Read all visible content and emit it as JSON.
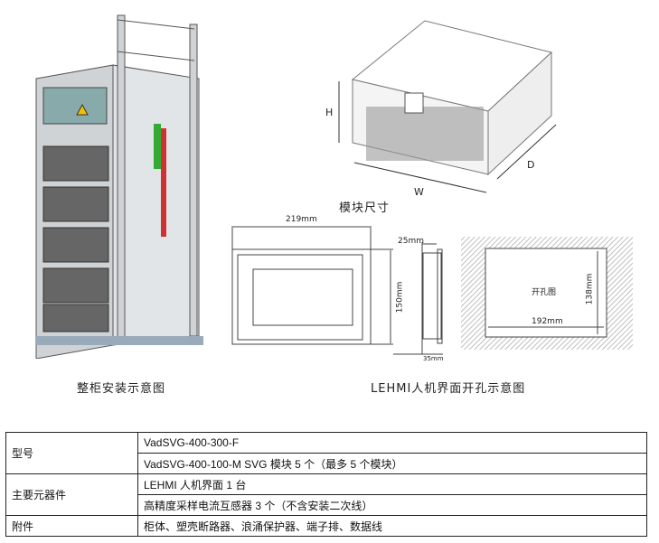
{
  "figures": {
    "cabinet_caption": "整柜安装示意图",
    "module_caption": "模块尺寸",
    "module_labels": {
      "h": "H",
      "d": "D",
      "w": "W"
    },
    "hmi_caption": "LEHMI人机界面开孔示意图",
    "hmi_dims": {
      "width": "219mm",
      "height": "150mm",
      "depth": "25mm",
      "total_depth": "35mm",
      "cut_w": "192mm",
      "cut_h": "138mm",
      "cut_label": "开孔图"
    }
  },
  "table": {
    "rows": [
      {
        "key": "型号",
        "values": [
          "VadSVG-400-300-F",
          "VadSVG-400-100-M SVG 模块 5 个（最多 5 个模块）"
        ]
      },
      {
        "key": "主要元器件",
        "values": [
          "LEHMI 人机界面 1 台",
          "高精度采样电流互感器 3 个（不含安装二次线）"
        ]
      },
      {
        "key": "附件",
        "values": [
          "柜体、塑壳断路器、浪涌保护器、端子排、数据线"
        ]
      }
    ]
  }
}
